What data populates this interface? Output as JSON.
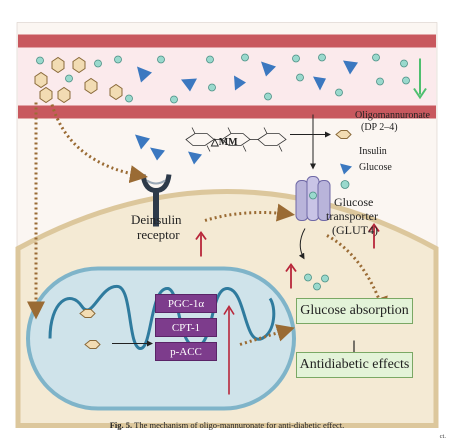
{
  "legend": {
    "oligo_label_line1": "Oligomannuronate",
    "oligo_label_line2": "(DP 2–4)",
    "insulin_label": "Insulin",
    "glucose_label": "Glucose",
    "mm_label": "△MM"
  },
  "labels": {
    "receptor_line1": "Deinsulin",
    "receptor_line2": "receptor",
    "transporter_line1": "Glucose",
    "transporter_line2": "transporter",
    "transporter_line3": "(GLUT4)"
  },
  "mito_boxes": [
    "PGC-1α",
    "CPT-1",
    "p-ACC"
  ],
  "effects": {
    "absorption": "Glucose absorption",
    "antidiabetic": "Antidiabetic effects"
  },
  "caption": {
    "prefix": "Fig. 5.",
    "text": "The mechanism of oligo-mannuronate for anti-diabetic effect."
  },
  "corner_text": "ct.",
  "colors": {
    "vessel": "#c8585e",
    "vessel_inner": "#fbeaec",
    "cytoplasm": "#f4ead4",
    "membrane": "#dcc79c",
    "mito_outer": "#7fb4c9",
    "mito_inner": "#2f7b9e",
    "purple": "#7d3c8c",
    "green_fill": "#e3f3d8",
    "oligo": "#f2dcb3",
    "insulin": "#3b78c0",
    "glucose": "#9ad9cd"
  }
}
